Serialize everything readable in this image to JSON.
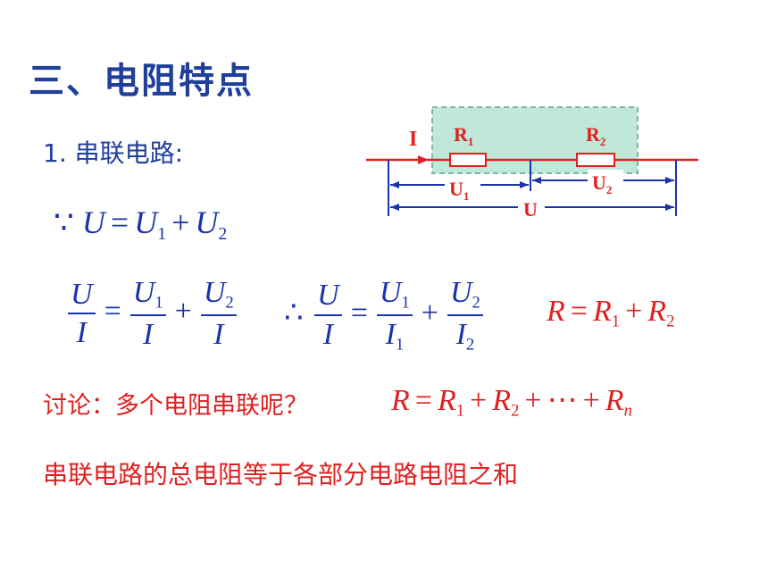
{
  "title": "三、电阻特点",
  "section": "1. 串联电路:",
  "circuit": {
    "current_label": "I",
    "r1_label": "R",
    "r1_sub": "1",
    "r2_label": "R",
    "r2_sub": "2",
    "u1_label": "U",
    "u1_sub": "1",
    "u2_label": "U",
    "u2_sub": "2",
    "u_label": "U",
    "colors": {
      "wire": "#e02020",
      "shade": "#bfe8d8",
      "dimension": "#1a33a8",
      "label": "#e02020"
    }
  },
  "eq1": {
    "because": "∵",
    "U": "U",
    "eq": "=",
    "U1": "U",
    "s1": "1",
    "plus": "+",
    "U2": "U",
    "s2": "2"
  },
  "eq2": {
    "lhs_num": "U",
    "lhs_den": "I",
    "eq": "=",
    "f1_num": "U",
    "f1_num_sub": "1",
    "f1_den": "I",
    "plus": "+",
    "f2_num": "U",
    "f2_num_sub": "2",
    "f2_den": "I"
  },
  "eq3": {
    "therefore": "∴",
    "lhs_num": "U",
    "lhs_den": "I",
    "eq": "=",
    "f1_num": "U",
    "f1_num_sub": "1",
    "f1_den": "I",
    "f1_den_sub": "1",
    "plus": "+",
    "f2_num": "U",
    "f2_num_sub": "2",
    "f2_den": "I",
    "f2_den_sub": "2"
  },
  "eq4": {
    "R": "R",
    "eq": "=",
    "R1": "R",
    "s1": "1",
    "plus": "+",
    "R2": "R",
    "s2": "2"
  },
  "discussion": {
    "question": "讨论：多个电阻串联呢？",
    "R": "R",
    "eq": "=",
    "R1": "R",
    "s1": "1",
    "plus1": "+",
    "R2": "R",
    "s2": "2",
    "plus2": "+",
    "dots": "⋯",
    "plus3": "+",
    "Rn": "R",
    "sn": "n"
  },
  "conclusion": "串联电路的总电阻等于各部分电路电阻之和"
}
